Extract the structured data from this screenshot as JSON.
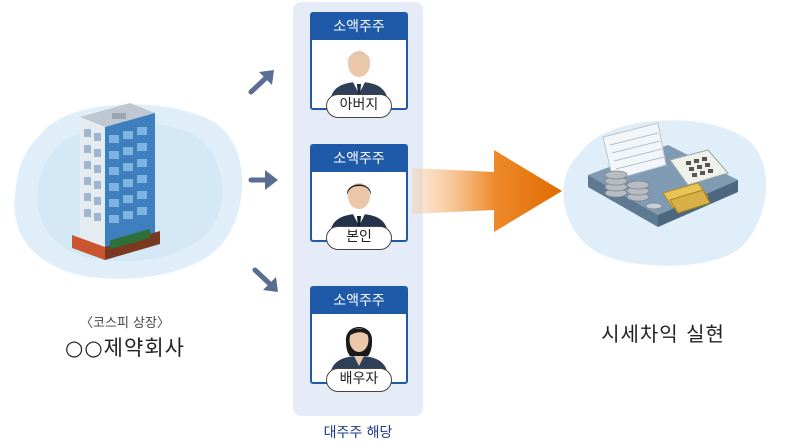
{
  "company": {
    "listing": "〈코스피 상장〉",
    "name": "○○제약회사"
  },
  "column": {
    "caption": "대주주 해당",
    "cards": [
      {
        "head": "소액주주",
        "tag": "아버지"
      },
      {
        "head": "소액주주",
        "tag": "본인"
      },
      {
        "head": "소액주주",
        "tag": "배우자"
      }
    ]
  },
  "result": {
    "caption": "시세차익 실현"
  },
  "colors": {
    "card_blue": "#1e5aa8",
    "arrow_orange": "#e8730a",
    "small_arrow": "#5a6e94"
  }
}
